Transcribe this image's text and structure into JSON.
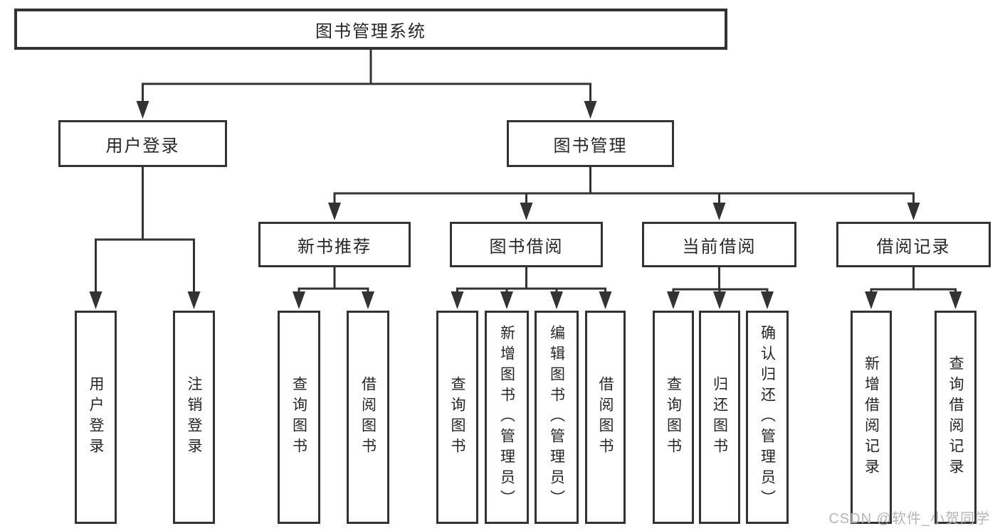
{
  "diagram": {
    "title": "图书管理系统",
    "watermark": "CSDN @软件_小贺同学",
    "colors": {
      "line": "#333333",
      "text": "#262626",
      "background": "#ffffff",
      "watermark": "#b5b5b5"
    },
    "nodes": [
      {
        "id": "root",
        "label": "图书管理系统",
        "level": "root",
        "text_direction": "horizontal"
      },
      {
        "id": "user-login",
        "label": "用户登录",
        "level": "branch",
        "text_direction": "horizontal"
      },
      {
        "id": "book-mgmt",
        "label": "图书管理",
        "level": "branch",
        "text_direction": "horizontal"
      },
      {
        "id": "new-book-rec",
        "label": "新书推荐",
        "level": "branch",
        "text_direction": "horizontal"
      },
      {
        "id": "book-borrow",
        "label": "图书借阅",
        "level": "branch",
        "text_direction": "horizontal"
      },
      {
        "id": "current-borrow",
        "label": "当前借阅",
        "level": "branch",
        "text_direction": "horizontal"
      },
      {
        "id": "borrow-records",
        "label": "借阅记录",
        "level": "branch",
        "text_direction": "horizontal"
      },
      {
        "id": "leaf-user-login",
        "label": "用户登录",
        "level": "leaf",
        "text_direction": "vertical"
      },
      {
        "id": "leaf-logout",
        "label": "注销登录",
        "level": "leaf",
        "text_direction": "vertical"
      },
      {
        "id": "leaf-nbr-query",
        "label": "查询图书",
        "level": "leaf",
        "text_direction": "vertical"
      },
      {
        "id": "leaf-nbr-borrow",
        "label": "借阅图书",
        "level": "leaf",
        "text_direction": "vertical"
      },
      {
        "id": "leaf-bb-query",
        "label": "查询图书",
        "level": "leaf",
        "text_direction": "vertical"
      },
      {
        "id": "leaf-bb-add",
        "label": "新增图书（管理员）",
        "level": "leaf",
        "text_direction": "vertical"
      },
      {
        "id": "leaf-bb-edit",
        "label": "编辑图书（管理员）",
        "level": "leaf",
        "text_direction": "vertical"
      },
      {
        "id": "leaf-bb-borrow",
        "label": "借阅图书",
        "level": "leaf",
        "text_direction": "vertical"
      },
      {
        "id": "leaf-cb-query",
        "label": "查询图书",
        "level": "leaf",
        "text_direction": "vertical"
      },
      {
        "id": "leaf-cb-return",
        "label": "归还图书",
        "level": "leaf",
        "text_direction": "vertical"
      },
      {
        "id": "leaf-cb-confirm",
        "label": "确认归还（管理员）",
        "level": "leaf",
        "text_direction": "vertical"
      },
      {
        "id": "leaf-br-add",
        "label": "新增借阅记录",
        "level": "leaf",
        "text_direction": "vertical"
      },
      {
        "id": "leaf-br-query",
        "label": "查询借阅记录",
        "level": "leaf",
        "text_direction": "vertical"
      }
    ],
    "edges": [
      {
        "from": "root",
        "to": [
          "user-login",
          "book-mgmt"
        ]
      },
      {
        "from": "user-login",
        "to": [
          "leaf-user-login",
          "leaf-logout"
        ]
      },
      {
        "from": "book-mgmt",
        "to": [
          "new-book-rec",
          "book-borrow",
          "current-borrow",
          "borrow-records"
        ]
      },
      {
        "from": "new-book-rec",
        "to": [
          "leaf-nbr-query",
          "leaf-nbr-borrow"
        ]
      },
      {
        "from": "book-borrow",
        "to": [
          "leaf-bb-query",
          "leaf-bb-add",
          "leaf-bb-edit",
          "leaf-bb-borrow"
        ]
      },
      {
        "from": "current-borrow",
        "to": [
          "leaf-cb-query",
          "leaf-cb-return",
          "leaf-cb-confirm"
        ]
      },
      {
        "from": "borrow-records",
        "to": [
          "leaf-br-add",
          "leaf-br-query"
        ]
      }
    ]
  }
}
